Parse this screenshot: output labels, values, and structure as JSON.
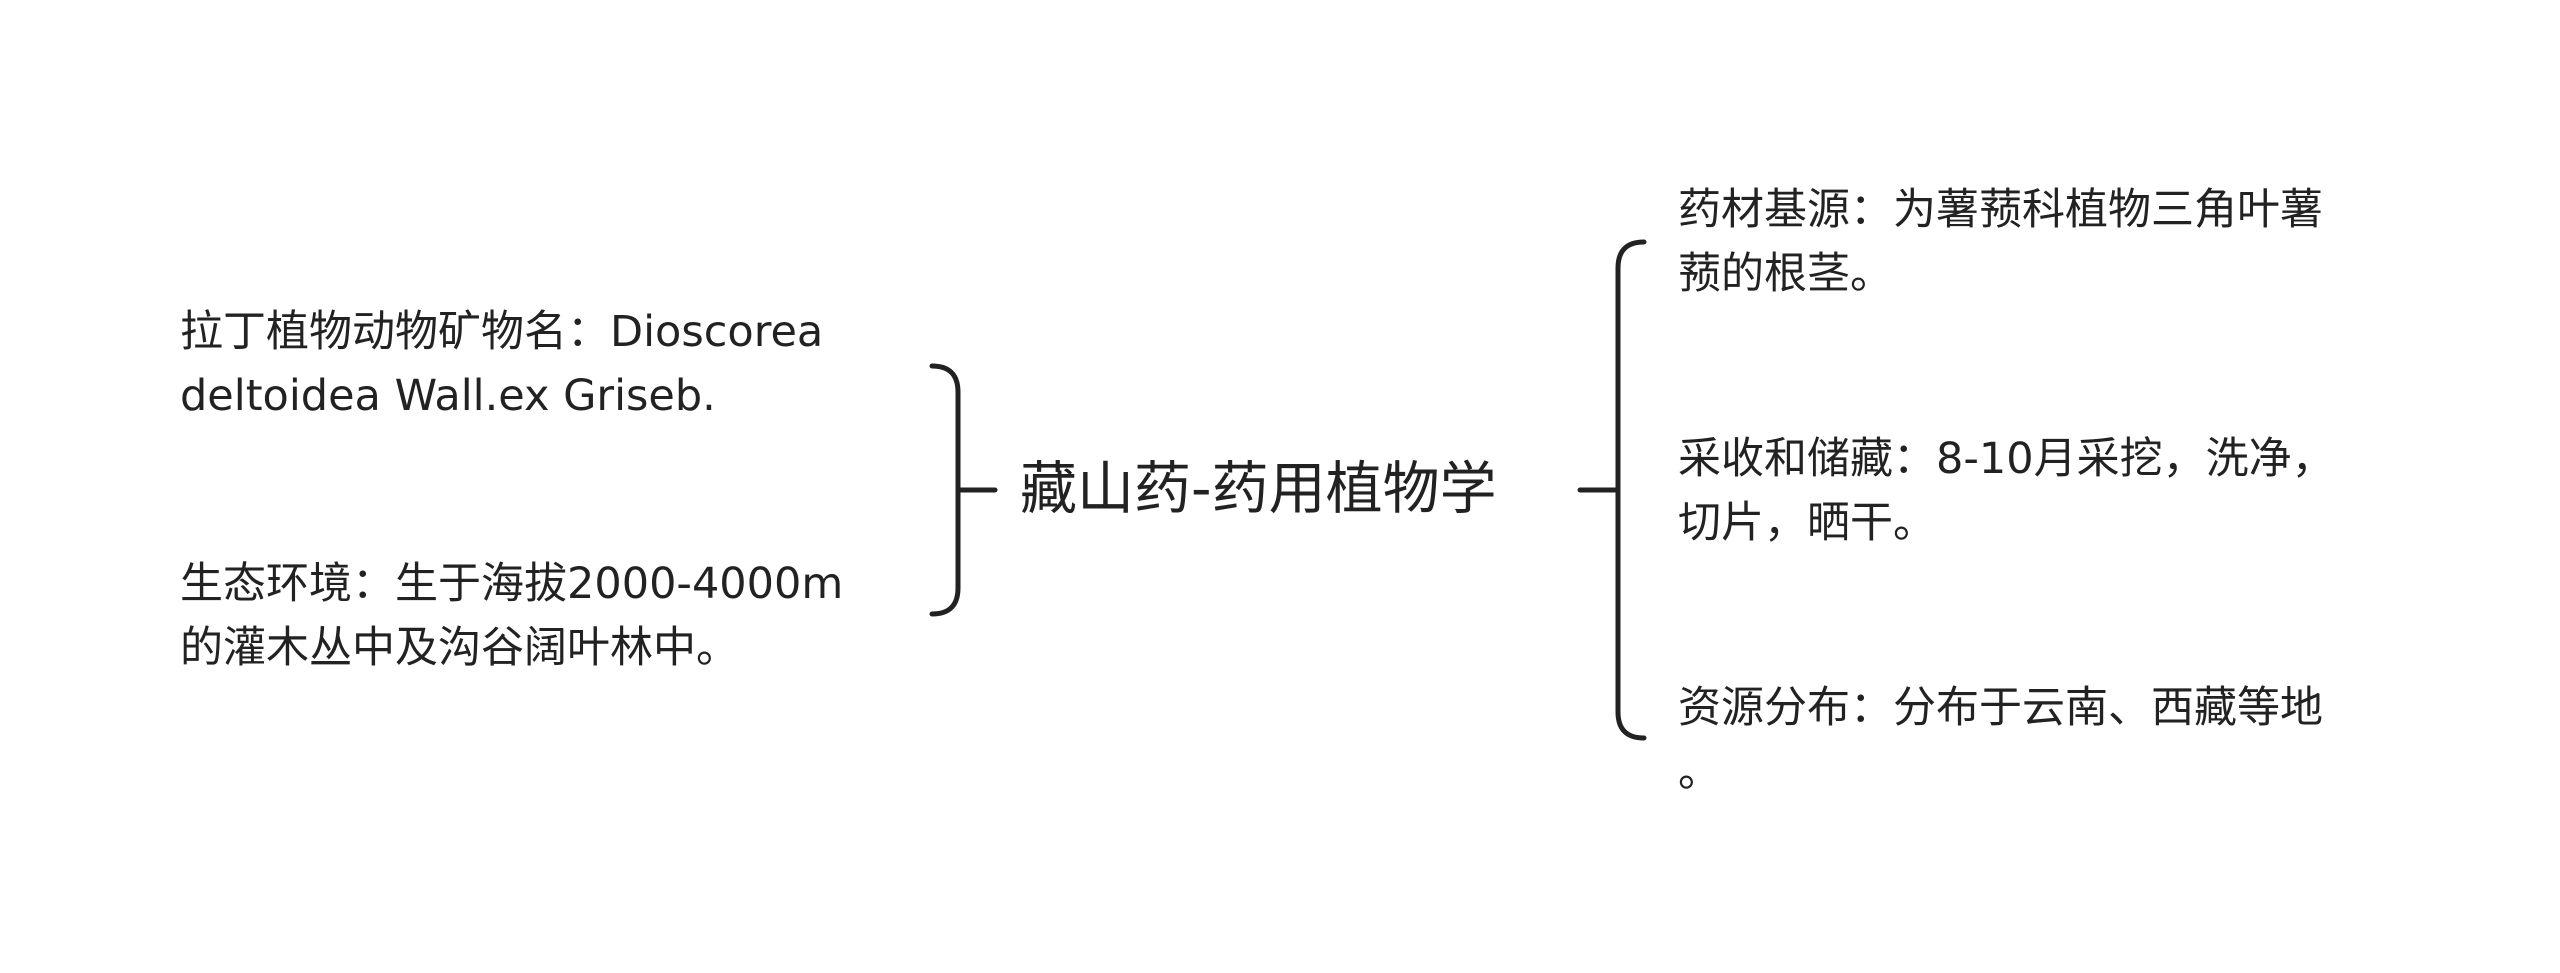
{
  "root": {
    "title": "藏山药-药用植物学"
  },
  "left_nodes": [
    {
      "lines": [
        "拉丁植物动物矿物名：Dioscorea",
        "deltoidea Wall.ex Griseb."
      ]
    },
    {
      "lines": [
        "生态环境：生于海拔2000-4000m",
        "的灌木丛中及沟谷阔叶林中。"
      ]
    }
  ],
  "right_nodes": [
    {
      "lines": [
        "药材基源：为薯蓣科植物三角叶薯",
        "蓣的根茎。"
      ]
    },
    {
      "lines": [
        "采收和储藏：8-10月采挖，洗净，",
        "切片，晒干。"
      ]
    },
    {
      "lines": [
        "资源分布：分布于云南、西藏等地",
        "。"
      ]
    }
  ],
  "colors": {
    "text": "#222222",
    "connector": "#222222",
    "background": "#ffffff"
  }
}
